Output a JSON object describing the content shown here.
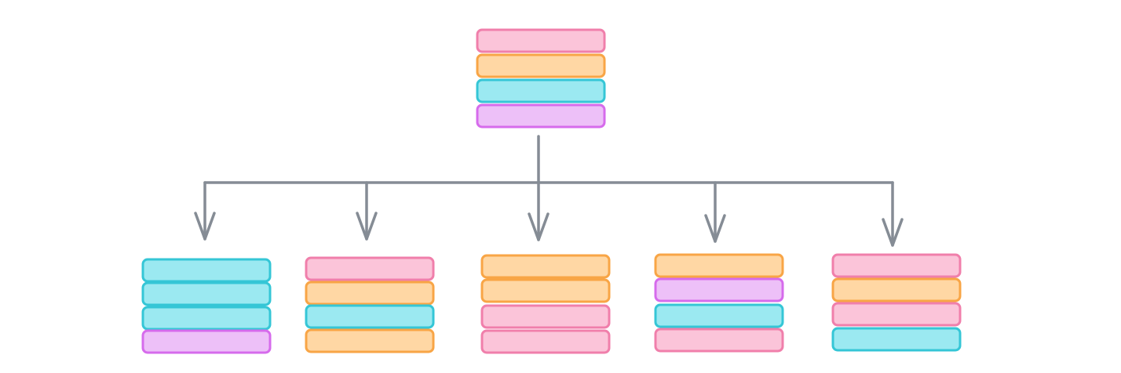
{
  "palette": {
    "pink": {
      "fill": "#FBC4D9",
      "stroke": "#F07FAB"
    },
    "orange": {
      "fill": "#FFD7A4",
      "stroke": "#F8A546"
    },
    "cyan": {
      "fill": "#9BE9F1",
      "stroke": "#35C6D6"
    },
    "purple": {
      "fill": "#EDC0F8",
      "stroke": "#D66BEC"
    },
    "connector": "#858C95"
  },
  "source_stack": [
    "pink",
    "orange",
    "cyan",
    "purple"
  ],
  "output_stacks": [
    [
      "cyan",
      "cyan",
      "cyan",
      "purple"
    ],
    [
      "pink",
      "orange",
      "cyan",
      "orange"
    ],
    [
      "orange",
      "orange",
      "pink",
      "pink"
    ],
    [
      "orange",
      "purple",
      "cyan",
      "pink"
    ],
    [
      "pink",
      "orange",
      "pink",
      "cyan"
    ]
  ]
}
